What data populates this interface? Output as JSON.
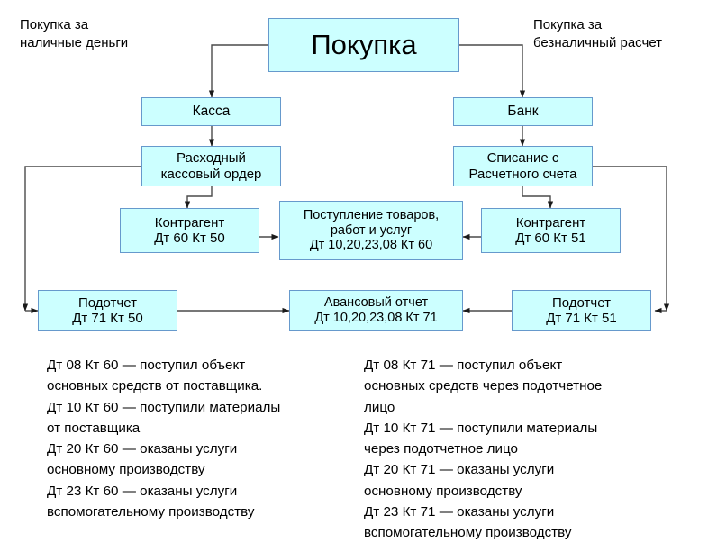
{
  "diagram": {
    "title_box": {
      "label": "Покупка"
    },
    "captions": [
      {
        "name": "caption-cash",
        "text": "Покупка за\nналичные деньги"
      },
      {
        "name": "caption-cashless",
        "text": "Покупка за\nбезналичный расчет"
      }
    ],
    "nodes": [
      {
        "name": "node-kassa",
        "label": "Касса"
      },
      {
        "name": "node-bank",
        "label": "Банк"
      },
      {
        "name": "node-rko",
        "label": "Расходный\nкассовый ордер"
      },
      {
        "name": "node-spisanie",
        "label": "Списание с\nРасчетного счета"
      },
      {
        "name": "node-kontragent-left",
        "label": "Контрагент\nДт  60 Кт 50"
      },
      {
        "name": "node-kontragent-right",
        "label": "Контрагент\nДт 60 Кт 51"
      },
      {
        "name": "node-postuplenie",
        "label": "Поступление товаров,\nработ и услуг\nДт 10,20,23,08 Кт 60"
      },
      {
        "name": "node-podotchet-left",
        "label": "Подотчет\nДт  71 Кт 50"
      },
      {
        "name": "node-podotchet-right",
        "label": "Подотчет\nДт 71 Кт 51"
      },
      {
        "name": "node-avansovyy",
        "label": "Авансовый отчет\nДт 10,20,23,08 Кт 71"
      }
    ],
    "colors": {
      "node_fill": "#ccffff",
      "node_border": "#6699cc",
      "connector": "#404040",
      "text": "#000000",
      "background": "#ffffff"
    }
  },
  "legend": {
    "left_column": [
      "Дт 08 Кт 60 — поступил объект",
      "основных средств от поставщика.",
      "Дт 10 Кт 60 — поступили материалы",
      "от поставщика",
      "Дт 20 Кт 60 — оказаны услуги",
      "основному производству",
      "Дт 23 Кт 60 — оказаны услуги",
      "вспомогательному производству"
    ],
    "right_column": [
      "Дт 08 Кт 71 — поступил объект",
      "основных средств через подотчетное",
      "лицо",
      "Дт 10 Кт 71 — поступили материалы",
      "через подотчетное лицо",
      "Дт 20 Кт 71 — оказаны услуги",
      "основному производству",
      "Дт 23 Кт 71 — оказаны услуги",
      "вспомогательному производству"
    ]
  }
}
